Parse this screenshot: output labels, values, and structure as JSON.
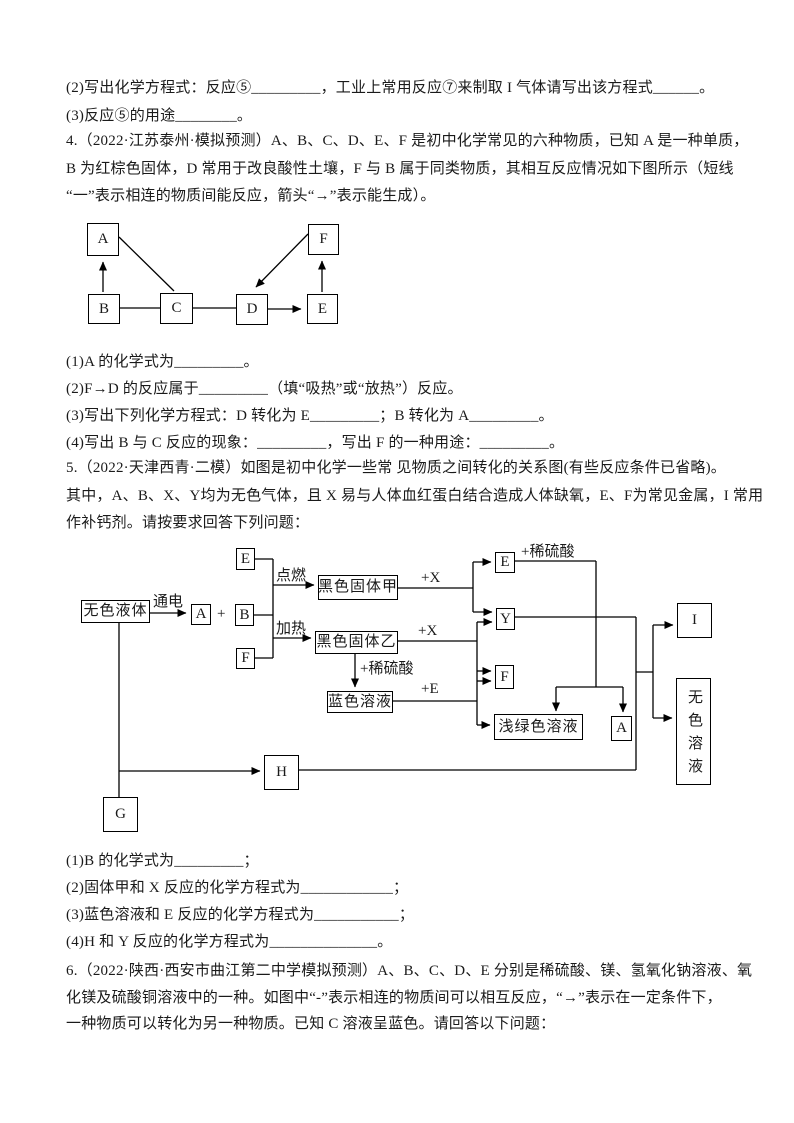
{
  "intro": {
    "line1": "(2)写出化学方程式：反应⑤_________，工业上常用反应⑦来制取 I 气体请写出该方程式______。",
    "line2": "(3)反应⑤的用途________。"
  },
  "q4": {
    "stem": [
      "4.（2022·江苏泰州·模拟预测）A、B、C、D、E、F 是初中化学常见的六种物质，已知 A 是一种单质，",
      "B 为红棕色固体，D 常用于改良酸性土壤，F 与 B 属于同类物质，其相互反应情况如下图所示（短线",
      "“一”表示相连的物质间能反应，箭头“→”表示能生成）。"
    ],
    "diagram": {
      "a": "A",
      "b": "B",
      "c": "C",
      "d": "D",
      "e": "E",
      "f": "F"
    },
    "subs": [
      "(1)A 的化学式为_________。",
      "(2)F→D 的反应属于_________（填“吸热”或“放热”）反应。",
      "(3)写出下列化学方程式：D 转化为 E_________；B 转化为 A_________。",
      "(4)写出 B 与 C 反应的现象：_________，写出 F 的一种用途：_________。"
    ]
  },
  "q5": {
    "stem": [
      "5.（2022·天津西青·二模）如图是初中化学一些常 见物质之间转化的关系图(有些反应条件已省略)。",
      "其中，A、B、X、Y均为无色气体，且 X 易与人体血红蛋白结合造成人体缺氧，E、F为常见金属，I 常用",
      "作补钙剂。请按要求回答下列问题："
    ],
    "diagram": {
      "colorless_liquid": "无色液体",
      "electrify": "通电",
      "a1": "A",
      "plus": "+",
      "e1": "E",
      "b1": "B",
      "f1": "F",
      "ignite": "点燃",
      "heat": "加热",
      "black_solid_jia": "黑色固体甲",
      "black_solid_yi": "黑色固体乙",
      "plus_x_top": "+X",
      "plus_x_mid": "+X",
      "plus_dilute_acid_e": "+稀硫酸",
      "plus_dilute_acid_yi": "+稀硫酸",
      "blue_solution": "蓝色溶液",
      "plus_e": "+E",
      "e2": "E",
      "y": "Y",
      "f2": "F",
      "light_green_solution": "浅绿色溶液",
      "a2": "A",
      "i": "I",
      "colorless_solution": "无色溶液",
      "h": "H",
      "g": "G"
    },
    "subs": [
      "(1)B 的化学式为_________；",
      "(2)固体甲和 X 反应的化学方程式为____________；",
      "(3)蓝色溶液和 E 反应的化学方程式为___________；",
      "(4)H 和 Y 反应的化学方程式为______________。"
    ]
  },
  "q6": {
    "stem": [
      "6.（2022·陕西·西安市曲江第二中学模拟预测）A、B、C、D、E 分别是稀硫酸、镁、氢氧化钠溶液、氧",
      "化镁及硫酸铜溶液中的一种。如图中“-”表示相连的物质间可以相互反应，“→”表示在一定条件下，",
      "一种物质可以转化为另一种物质。已知 C 溶液呈蓝色。请回答以下问题："
    ]
  }
}
